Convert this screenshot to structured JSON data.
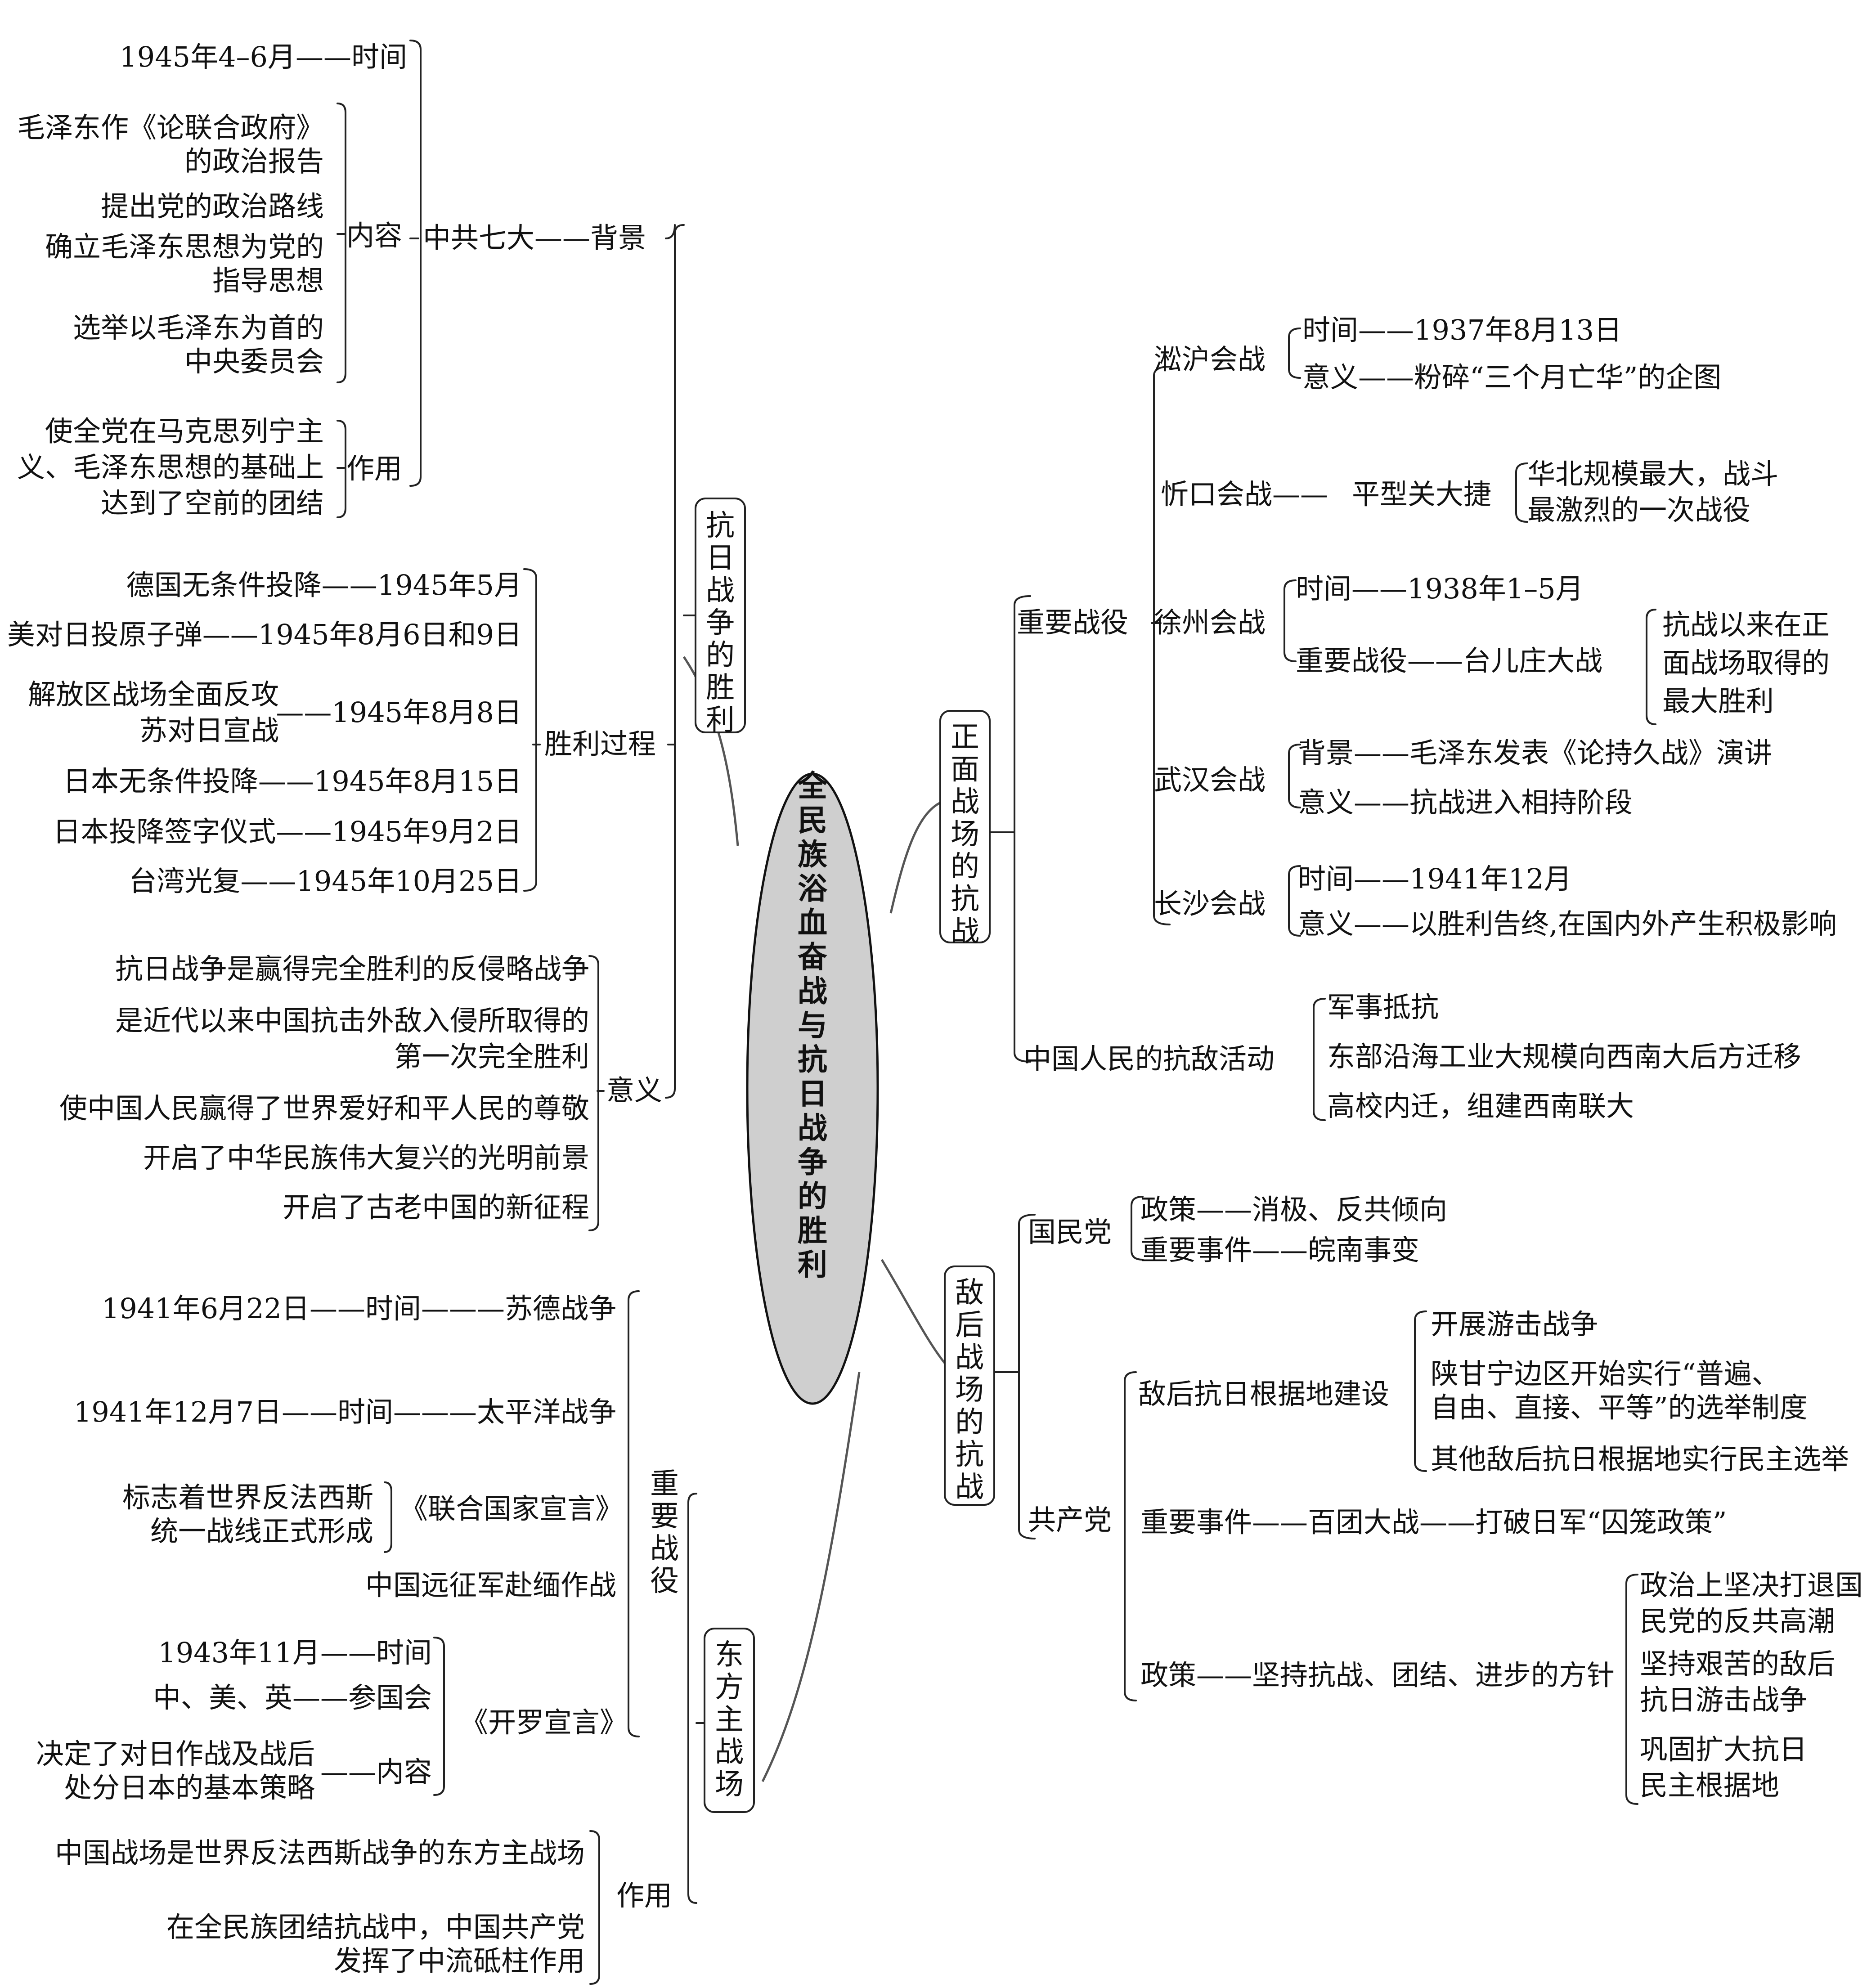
{
  "center": "全民族浴血奋战与抗日战争的胜利",
  "victory": {
    "title": "抗日战争的胜利",
    "congress": {
      "label": "中共七大——背景",
      "time": "1945年4–6月——时间",
      "content_label": "内容",
      "content": [
        "毛泽东作《论联合政府》",
        "的政治报告",
        "提出党的政治路线",
        "确立毛泽东思想为党的",
        "指导思想",
        "选举以毛泽东为首的",
        "中央委员会"
      ],
      "effect_label": "作用",
      "effect": [
        "使全党在马克思列宁主",
        "义、毛泽东思想的基础上",
        "达到了空前的团结"
      ]
    },
    "process": {
      "label": "胜利过程",
      "events": [
        "德国无条件投降——1945年5月",
        "美对日投原子弹——1945年8月6日和9日",
        "解放区战场全面反攻",
        "苏对日宣战",
        "——1945年8月8日",
        "日本无条件投降——1945年8月15日",
        "日本投降签字仪式——1945年9月2日",
        "台湾光复——1945年10月25日"
      ]
    },
    "meaning": {
      "label": "意义",
      "items": [
        "抗日战争是赢得完全胜利的反侵略战争",
        "是近代以来中国抗击外敌入侵所取得的",
        "第一次完全胜利",
        "使中国人民赢得了世界爱好和平人民的尊敬",
        "开启了中华民族伟大复兴的光明前景",
        "开启了古老中国的新征程"
      ]
    }
  },
  "eastern": {
    "title": "东方主战场",
    "battles_label": "重要战役",
    "soviet": "1941年6月22日——时间———苏德战争",
    "pacific": "1941年12月7日——时间———太平洋战争",
    "un": {
      "label": "《联合国家宣言》",
      "desc": [
        "标志着世界反法西斯",
        "统一战线正式形成"
      ]
    },
    "expedition": "中国远征军赴缅作战",
    "cairo": {
      "label": "《开罗宣言》",
      "time": "1943年11月——时间",
      "countries": "中、美、英——参国会",
      "content_label": "——内容",
      "content": [
        "决定了对日作战及战后",
        "处分日本的基本策略"
      ]
    },
    "role_label": "作用",
    "role": [
      "中国战场是世界反法西斯战争的东方主战场",
      "在全民族团结抗战中，中国共产党",
      "发挥了中流砥柱作用"
    ]
  },
  "frontal": {
    "title": "正面战场的抗战",
    "battles_label": "重要战役",
    "songhu": {
      "label": "淞沪会战",
      "time": "时间——1937年8月13日",
      "meaning": "意义——粉碎“三个月亡华”的企图"
    },
    "xinkou": {
      "label": "忻口会战——",
      "sub": "平型关大捷",
      "desc": [
        "华北规模最大，战斗",
        "最激烈的一次战役"
      ]
    },
    "xuzhou": {
      "label": "徐州会战",
      "time": "时间——1938年1–5月",
      "battle": "重要战役——台儿庄大战",
      "desc": [
        "抗战以来在正",
        "面战场取得的",
        "最大胜利"
      ]
    },
    "wuhan": {
      "label": "武汉会战",
      "background": "背景——毛泽东发表《论持久战》演讲",
      "meaning": "意义——抗战进入相持阶段"
    },
    "changsha": {
      "label": "长沙会战",
      "time": "时间——1941年12月",
      "meaning": "意义——以胜利告终,在国内外产生积极影响"
    },
    "people": {
      "label": "中国人民的抗敌活动",
      "items": [
        "军事抵抗",
        "东部沿海工业大规模向西南大后方迁移",
        "高校内迁，组建西南联大"
      ]
    }
  },
  "rear": {
    "title": "敌后战场的抗战",
    "kmt": {
      "label": "国民党",
      "policy": "政策——消极、反共倾向",
      "event": "重要事件——皖南事变"
    },
    "ccp": {
      "label": "共产党",
      "base_label": "敌后抗日根据地建设",
      "base": [
        "开展游击战争",
        "陕甘宁边区开始实行“普遍、",
        "自由、直接、平等”的选举制度",
        "其他敌后抗日根据地实行民主选举"
      ],
      "event": "重要事件——百团大战——打破日军“囚笼政策”",
      "policy_label": "政策——坚持抗战、团结、进步的方针",
      "policy": [
        "政治上坚决打退国",
        "民党的反共高潮",
        "坚持艰苦的敌后",
        "抗日游击战争",
        "巩固扩大抗日",
        "民主根据地"
      ]
    }
  }
}
